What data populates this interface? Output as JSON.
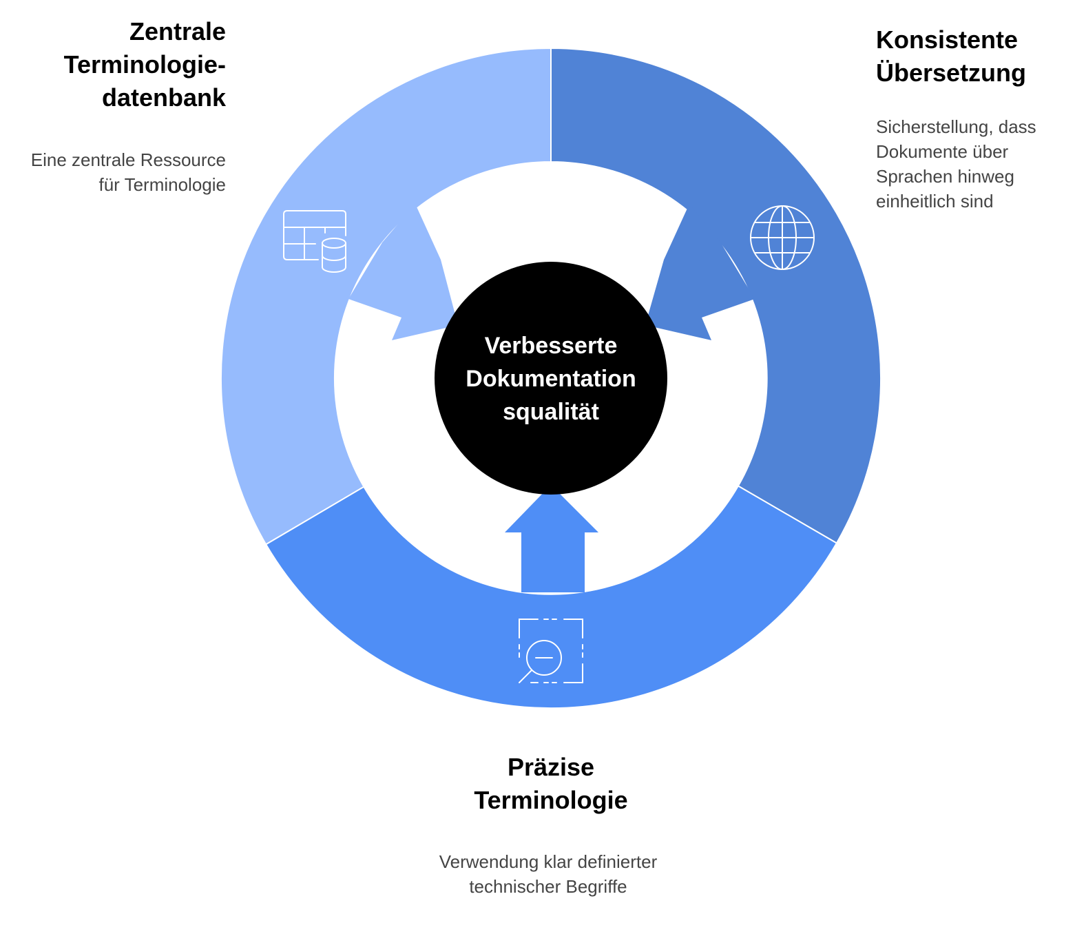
{
  "center": {
    "lines": [
      "Verbesserte",
      "Dokumentation",
      "squalität"
    ]
  },
  "segments": [
    {
      "id": "central-db",
      "color": "#96BBFD",
      "icon": "database-table-icon",
      "title": [
        "Zentrale",
        "Terminologie-",
        "datenbank"
      ],
      "description": [
        "Eine zentrale Ressource",
        "für Terminologie"
      ]
    },
    {
      "id": "consistent-translation",
      "color": "#5083D6",
      "icon": "globe-icon",
      "title": [
        "Konsistente",
        "Übersetzung"
      ],
      "description": [
        "Sicherstellung, dass",
        "Dokumente über",
        "Sprachen hinweg",
        "einheitlich sind"
      ]
    },
    {
      "id": "precise-terminology",
      "color": "#4F8EF6",
      "icon": "zoom-search-icon",
      "title": [
        "Präzise",
        "Terminologie"
      ],
      "description": [
        "Verwendung klar definierter",
        "technischer Begriffe"
      ]
    }
  ]
}
